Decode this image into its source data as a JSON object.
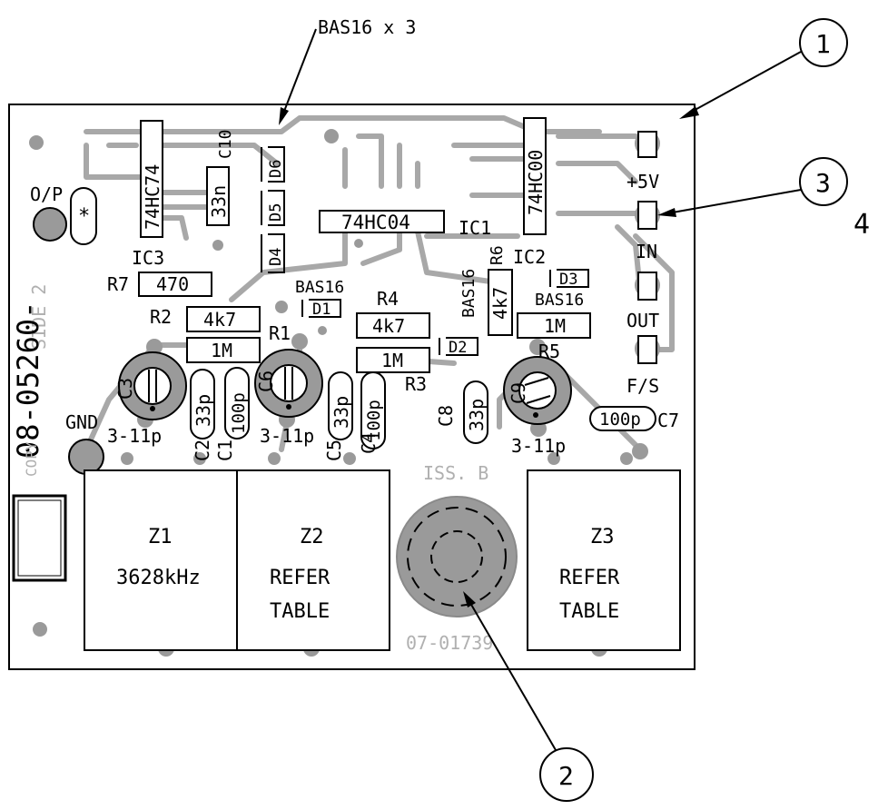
{
  "callouts": {
    "top_label": "BAS16 x 3",
    "c1": "1",
    "c2": "2",
    "c3": "3",
    "c4": "4"
  },
  "board": {
    "part_number": "08-05260-",
    "side_label": "SIDE 2",
    "issue": "ISS. B",
    "bottom_code": "07-01739",
    "copyright_mark": "COPY"
  },
  "ics": {
    "ic3_part": "74HC74",
    "ic3_ref": "IC3",
    "ic1_part": "74HC04",
    "ic1_ref": "IC1",
    "ic2_part": "74HC00",
    "ic2_ref": "IC2"
  },
  "connectors": {
    "op": "O/P",
    "star": "*",
    "gnd": "GND",
    "v5": "+5V",
    "in": "IN",
    "out": "OUT",
    "fs": "F/S"
  },
  "resistors": {
    "r7_ref": "R7",
    "r7_val": "470",
    "r2_ref": "R2",
    "r2_val": "4k7",
    "r2b_val": "1M",
    "r1_ref": "R1",
    "r4_ref": "R4",
    "r4_val": "4k7",
    "r3_ref": "R3",
    "r3_val": "1M",
    "r6_ref": "R6",
    "r6_val": "4k7",
    "r5_ref": "R5",
    "r5_val": "1M"
  },
  "diodes": {
    "d1": "D1",
    "d2": "D2",
    "d3": "D3",
    "d4": "D4",
    "d5": "D5",
    "d6": "D6",
    "bas16_a": "BAS16",
    "bas16_b": "BAS16",
    "bas16_c": "BAS16"
  },
  "capacitors": {
    "c10_ref": "C10",
    "c10_val": "33n",
    "c3_ref": "C3",
    "c2_ref": "C2",
    "c2_val": "33p",
    "c1_ref": "C1",
    "c1_val": "100p",
    "c6_ref": "C6",
    "c5_ref": "C5",
    "c5_val": "33p",
    "c4_ref": "C4",
    "c4_val": "100p",
    "c8_ref": "C8",
    "c8_val": "33p",
    "c9_ref": "C9",
    "c7_ref": "C7",
    "c7_val": "100p",
    "trim1": "3-11p",
    "trim2": "3-11p",
    "trim3": "3-11p"
  },
  "crystals": {
    "z1_ref": "Z1",
    "z1_val": "3628kHz",
    "z2_ref": "Z2",
    "z2_line1": "REFER",
    "z2_line2": "TABLE",
    "z3_ref": "Z3",
    "z3_line1": "REFER",
    "z3_line2": "TABLE"
  }
}
